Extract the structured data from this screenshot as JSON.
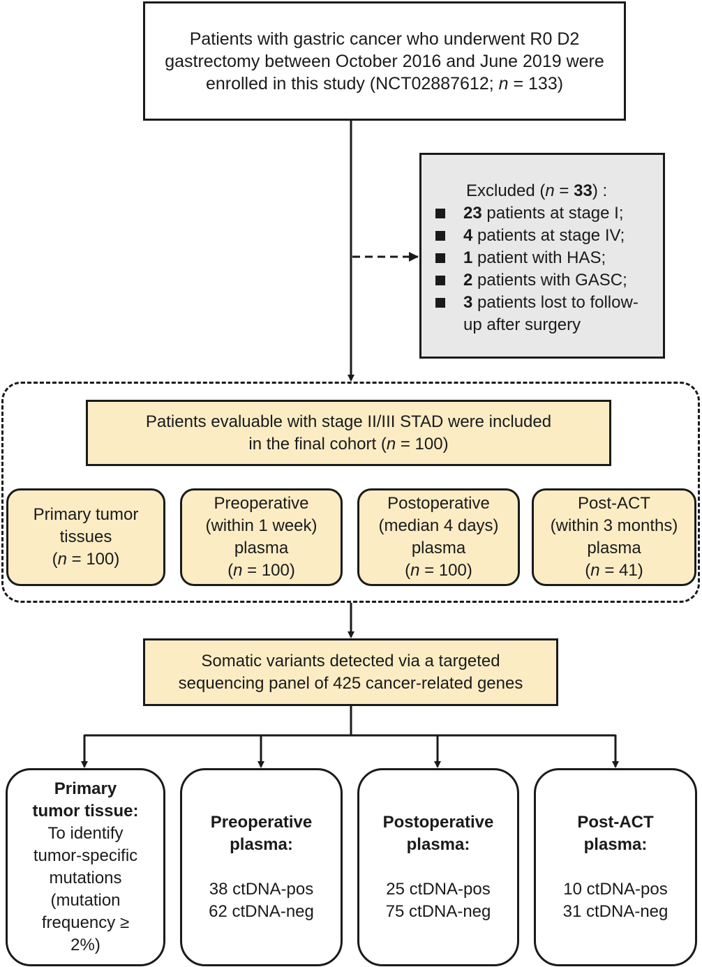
{
  "enrollment": {
    "line1": "Patients with gastric cancer who underwent R0 D2",
    "line2": "gastrectomy between October 2016 and June 2019 were",
    "line3_pre": "enrolled in this study (NCT02887612; ",
    "n_symbol": "n",
    "line3_post": " = 133)"
  },
  "excluded": {
    "title_pre": "Excluded (",
    "n_symbol": "n",
    "title_mid": " = ",
    "title_count": "33",
    "title_post": ") :",
    "items": [
      {
        "count": "23",
        "text": " patients at stage I;"
      },
      {
        "count": "4",
        "text": " patients at stage IV;"
      },
      {
        "count": "1",
        "text": " patient with HAS;"
      },
      {
        "count": "2",
        "text": " patients with GASC;"
      },
      {
        "count": "3",
        "text": " patients lost to follow-",
        "cont": "up after surgery"
      }
    ]
  },
  "cohort": {
    "line1": "Patients evaluable with stage II/III STAD were included",
    "line2_pre": "in the final cohort (",
    "n_symbol": "n",
    "line2_post": " = 100)"
  },
  "samples": [
    {
      "lines": [
        "Primary tumor",
        "tissues"
      ],
      "n_pre": "(",
      "n_symbol": "n",
      "n_post": " = 100)"
    },
    {
      "lines": [
        "Preoperative",
        "(within 1 week)",
        "plasma"
      ],
      "n_pre": "(",
      "n_symbol": "n",
      "n_post": " = 100)"
    },
    {
      "lines": [
        "Postoperative",
        "(median 4 days)",
        "plasma"
      ],
      "n_pre": "(",
      "n_symbol": "n",
      "n_post": " = 100)"
    },
    {
      "lines": [
        "Post-ACT",
        "(within 3 months)",
        "plasma"
      ],
      "n_pre": "(",
      "n_symbol": "n",
      "n_post": " = 41)"
    }
  ],
  "somatic": {
    "line1": "Somatic variants detected via a targeted",
    "line2": "sequencing panel of 425 cancer-related genes"
  },
  "results": [
    {
      "title": [
        "Primary",
        "tumor tissue:"
      ],
      "body": [
        "To identify",
        "tumor-specific",
        "mutations",
        "(mutation",
        "frequency ≥",
        "2%)"
      ]
    },
    {
      "title": [
        "Preoperative",
        "plasma:"
      ],
      "pos": "38 ctDNA-pos",
      "neg": "62 ctDNA-neg"
    },
    {
      "title": [
        "Postoperative",
        "plasma:"
      ],
      "pos": "25 ctDNA-pos",
      "neg": "75 ctDNA-neg"
    },
    {
      "title": [
        "Post-ACT",
        "plasma:"
      ],
      "pos": "10 ctDNA-pos",
      "neg": "31 ctDNA-neg"
    }
  ]
}
